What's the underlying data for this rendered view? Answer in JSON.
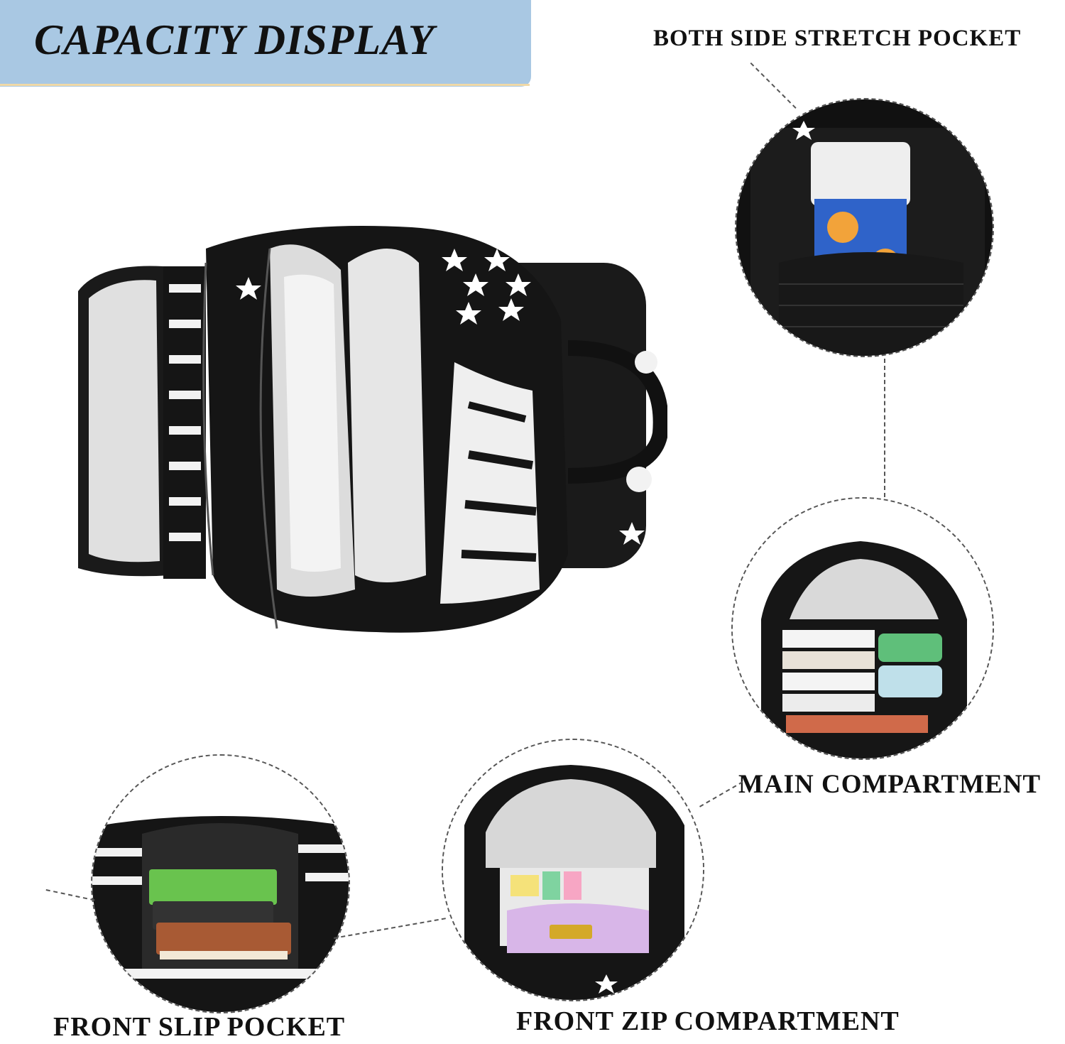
{
  "header": {
    "title": "CAPACITY DISPLAY"
  },
  "labels": {
    "side_pocket": "BOTH SIDE STRETCH POCKET",
    "main_compartment": "MAIN COMPARTMENT",
    "front_slip": "FRONT SLIP POCKET",
    "front_zip": "FRONT ZIP COMPARTMENT"
  },
  "colors": {
    "banner": "#a9c8e3",
    "banner_accent": "#f0d9a7",
    "bag_black": "#141414",
    "lining": "#e4e4e4"
  }
}
